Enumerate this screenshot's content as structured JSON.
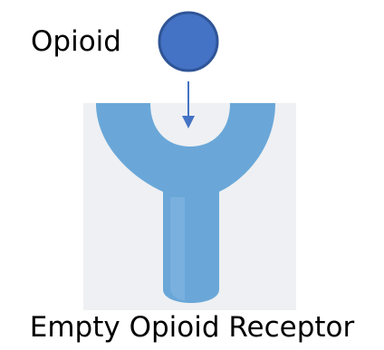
{
  "molecule": {
    "label": "Opioid",
    "color": "#4472C4",
    "outline_color": "#2F5597"
  },
  "receptor": {
    "label": "Empty Opioid Receptor",
    "state": "empty",
    "color": "#6AA7D8",
    "background_color": "#EEF0F3"
  },
  "binding_arrow": {
    "direction": "down",
    "color": "#4472C4"
  }
}
